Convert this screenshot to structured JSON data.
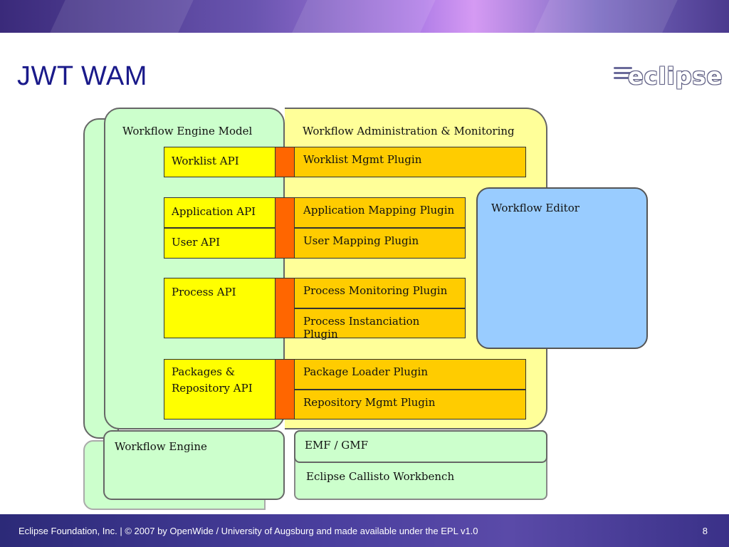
{
  "slide": {
    "title": "JWT WAM",
    "logo_text": "eclipse"
  },
  "diagram": {
    "engine_model": "Workflow Engine Model",
    "admin_monitoring": "Workflow Administration & Monitoring",
    "editor": "Workflow Editor",
    "engine": "Workflow Engine",
    "emf_gmf": "EMF / GMF",
    "callisto": "Eclipse Callisto Workbench",
    "apis": [
      "Worklist API",
      "Application API",
      "User API",
      "Process API",
      "Packages & Repository API"
    ],
    "plugins": [
      "Worklist Mgmt Plugin",
      "Application Mapping Plugin",
      "User Mapping Plugin",
      "Process Monitoring Plugin",
      "Process Instanciation Plugin",
      "Package Loader Plugin",
      "Repository Mgmt Plugin"
    ]
  },
  "footer": {
    "text": "Eclipse Foundation, Inc. | © 2007 by OpenWide / University of Augsburg and made available under the EPL v1.0",
    "page_number": "8"
  },
  "colors": {
    "title": "#1a1a8a",
    "api_yellow": "#ffff00",
    "plugin_orange": "#ffcc00",
    "connector": "#ff6600",
    "model_green": "#ccffcc",
    "admin_yellow": "#ffff99",
    "editor_blue": "#99ccff"
  }
}
